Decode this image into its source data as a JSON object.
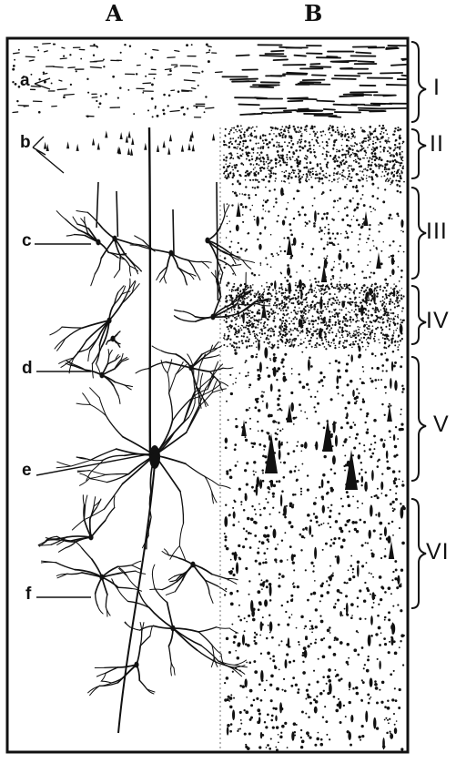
{
  "panels": {
    "left": "A",
    "right": "B"
  },
  "cell_labels": [
    "a",
    "b",
    "c",
    "d",
    "e",
    "f"
  ],
  "layers": [
    "I",
    "II",
    "III",
    "IV",
    "V",
    "VI"
  ]
}
